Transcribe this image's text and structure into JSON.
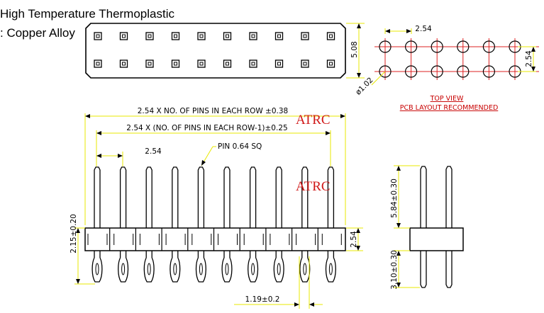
{
  "materials": {
    "line1": "High Temperature Thermoplastic",
    "line2": ": Copper Alloy"
  },
  "dimensions": {
    "overall_length": "2.54 X NO. OF PINS IN EACH ROW ±0.38",
    "pin_span": "2.54 X (NO. OF PINS IN EACH ROW-1)±0.25",
    "pitch": "2.54",
    "pin_callout": "PIN 0.64 SQ",
    "body_height": "2.54",
    "lower_pin_length": "2.15±0.20",
    "tail_offset": "1.19±0.2",
    "row_spacing_top": "5.08",
    "pcb_pitch_x": "2.54",
    "pcb_pitch_y": "2.54",
    "hole_diameter": "ø1.02",
    "side_upper_pin": "5.84±0.30",
    "side_lower_pin": "3.10±0.30"
  },
  "labels": {
    "top_view": "TOP VIEW",
    "pcb_layout": "PCB LAYOUT RECOMMENDED"
  },
  "brand": {
    "mark1": "ATRC",
    "mark2": "ATRC"
  },
  "colors": {
    "dimension_line": "#e8e800",
    "red_text": "#c80000",
    "pcb_line": "#dd2020"
  }
}
